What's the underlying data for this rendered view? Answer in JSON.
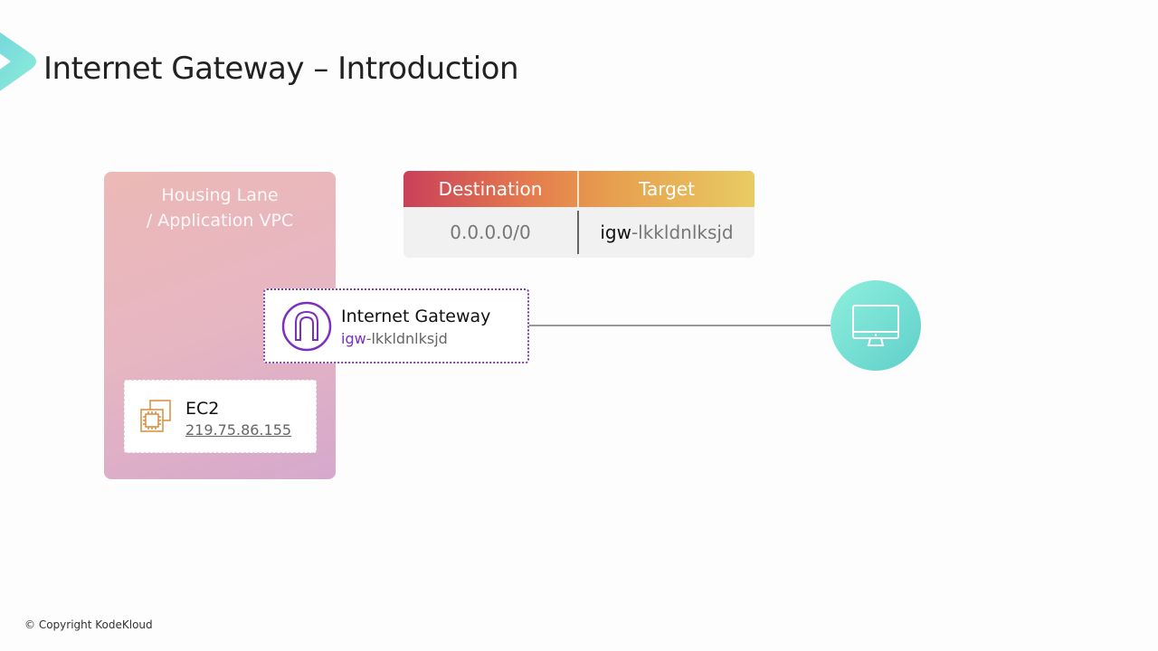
{
  "title": "Internet Gateway – Introduction",
  "vpc": {
    "label_line1": "Housing Lane",
    "label_line2": "/ Application VPC"
  },
  "route_table": {
    "headers": [
      "Destination",
      "Target"
    ],
    "rows": [
      {
        "destination": "0.0.0.0/0",
        "target_prefix": "igw",
        "target_suffix": "-lkkldnlksjd"
      }
    ]
  },
  "internet_gateway": {
    "name": "Internet Gateway",
    "id_prefix": "igw",
    "id_suffix": "-lkkldnlksjd"
  },
  "ec2": {
    "name": "EC2",
    "ip": "219.75.86.155"
  },
  "client": {
    "icon": "desktop-monitor-icon"
  },
  "footer": "© Copyright KodeKloud",
  "colors": {
    "accent_purple": "#7b2fbe",
    "client_teal": "#6fdcd2",
    "ec2_orange": "#d98a3a"
  }
}
